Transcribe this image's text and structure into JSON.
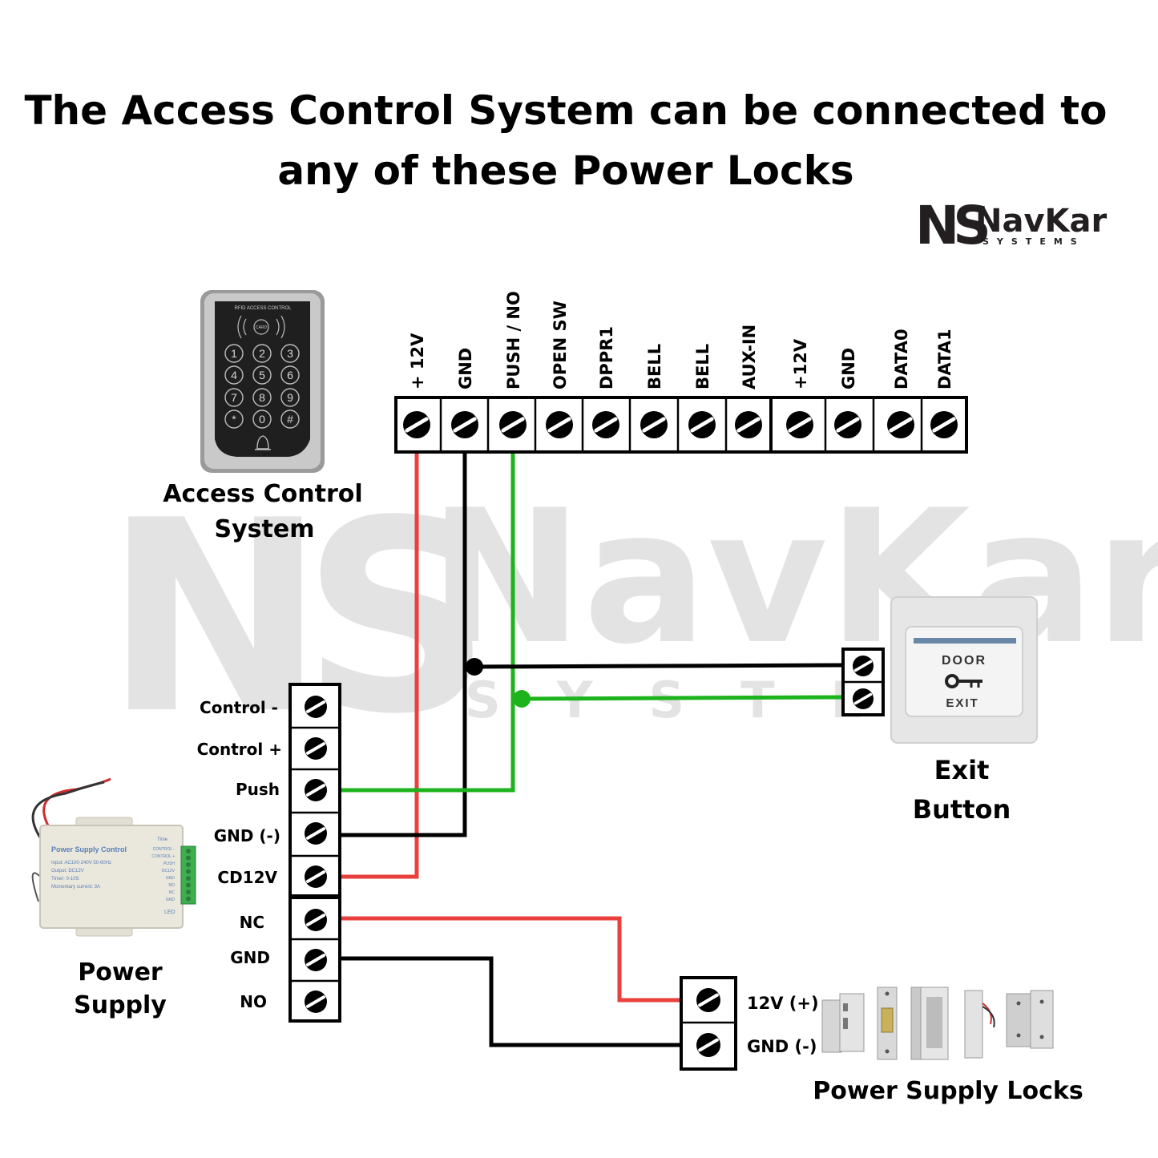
{
  "title": {
    "line1": "The Access Control System can be connected to",
    "line2": "any of these Power Locks"
  },
  "brand": {
    "name": "NavKar",
    "sub": "SYSTEMS",
    "mono": "NS"
  },
  "watermark": {
    "name": "NavKar",
    "sub": "SYSTEM",
    "mono": "NS"
  },
  "keypad": {
    "header": "RFID ACCESS CONTROL",
    "card": "CARD",
    "keys": [
      "1",
      "2",
      "3",
      "4",
      "5",
      "6",
      "7",
      "8",
      "9",
      "*",
      "0",
      "#"
    ]
  },
  "access_control_label": [
    "Access Control",
    "System"
  ],
  "top_terminals": [
    "+ 12V",
    "GND",
    "PUSH / NO",
    "OPEN SW",
    "DPPR1",
    "BELL",
    "BELL",
    "AUX-IN",
    "+12V",
    "GND",
    "DATA0",
    "DATA1"
  ],
  "ps_terminals": [
    "Control -",
    "Control +",
    "Push",
    "GND (-)",
    "CD12V",
    "NC",
    "GND",
    "NO"
  ],
  "exit_button": {
    "top": "DOOR",
    "bottom": "EXIT",
    "label": [
      "Exit",
      "Button"
    ]
  },
  "power_supply_device": {
    "title": "Power Supply Control",
    "time_label": "Time",
    "specs": [
      "Input: AC100-240V 50-60Hz",
      "Output: DC12V",
      "Timer: 0-10S",
      "Momentary current: 3A"
    ],
    "terminals": [
      "CONTROL -",
      "CONTROL +",
      "PUSH",
      "DC12V",
      "GND",
      "NO",
      "NC",
      "GND"
    ],
    "led": "LED"
  },
  "power_supply_label": [
    "Power",
    "Supply"
  ],
  "lock_terminals": [
    "12V (+)",
    "GND (-)"
  ],
  "locks_label": "Power Supply Locks",
  "colors": {
    "red": "#e8403c",
    "green": "#1db31d",
    "black": "#000000",
    "watermark": "#e3e3e3"
  }
}
